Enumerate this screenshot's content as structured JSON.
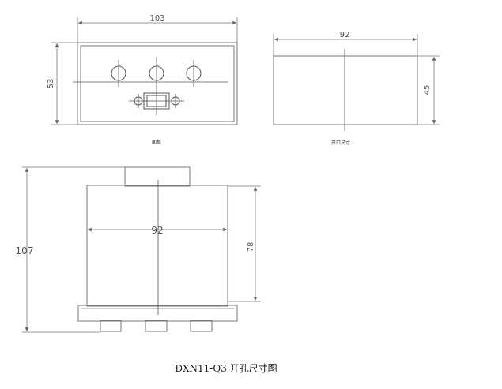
{
  "front_panel": {
    "width_dim": "103",
    "height_dim": "53",
    "label": "面板"
  },
  "cutout": {
    "width_dim": "92",
    "height_dim": "45",
    "label": "开口尺寸"
  },
  "side_view": {
    "width_dim": "92",
    "body_height_dim": "78",
    "total_height_dim": "107"
  },
  "caption": "DXN11-Q3 开孔尺寸图",
  "colors": {
    "line": "#777777",
    "text": "#555555"
  }
}
